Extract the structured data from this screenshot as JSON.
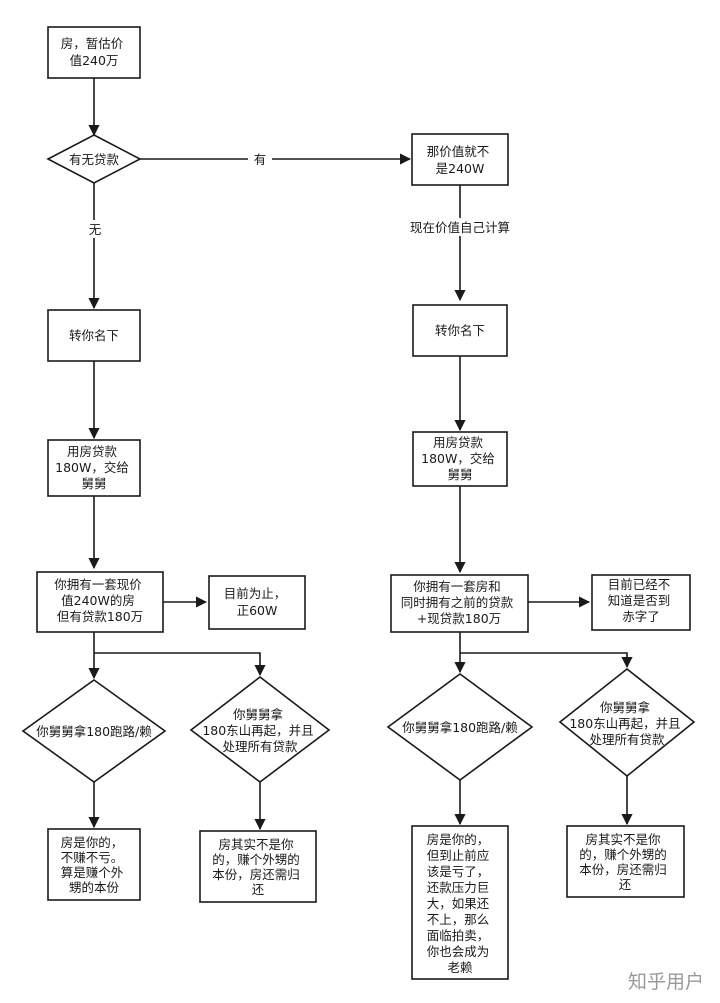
{
  "nodes": {
    "start": [
      "房，暂估价",
      "值240万"
    ],
    "decision_loan": [
      "有无贷款"
    ],
    "value_not_240": [
      "那价值就不",
      "是240W"
    ],
    "transfer_left": [
      "转你名下"
    ],
    "transfer_right": [
      "转你名下"
    ],
    "loan_left": [
      "用房贷款",
      "180W，交给",
      "舅舅"
    ],
    "loan_right": [
      "用房贷款",
      "180W，交给",
      "舅舅"
    ],
    "state_left": [
      "你拥有一套现价",
      "值240W的房",
      "但有贷款180万"
    ],
    "result_left": [
      "目前为止，",
      "正60W"
    ],
    "state_right": [
      "你拥有一套房和",
      "同时拥有之前的贷款",
      "+现贷款180万"
    ],
    "result_right": [
      "目前已经不",
      "知道是否到",
      "赤字了"
    ],
    "decision_run_left": [
      "你舅舅拿180跑路/赖"
    ],
    "decision_rise_left": [
      "你舅舅拿",
      "180东山再起，并且",
      "处理所有贷款"
    ],
    "decision_run_right": [
      "你舅舅拿180跑路/赖"
    ],
    "decision_rise_right": [
      "你舅舅拿",
      "180东山再起，并且",
      "处理所有贷款"
    ],
    "outcome_run_left": [
      "房是你的，",
      "不赚不亏。",
      "算是赚个外",
      "甥的本份"
    ],
    "outcome_rise_left": [
      "房其实不是你",
      "的，赚个外甥的",
      "本份，房还需归",
      "还"
    ],
    "outcome_run_right": [
      "房是你的，",
      "但到止前应",
      "该是亏了，",
      "还款压力巨",
      "大，如果还",
      "不上，那么",
      "面临拍卖，",
      "你也会成为",
      "老赖"
    ],
    "outcome_rise_right": [
      "房其实不是你",
      "的，赚个外甥的",
      "本份，房还需归",
      "还"
    ]
  },
  "edge_labels": {
    "yes": "有",
    "no": "无",
    "self_calc": "现在价值自己计算"
  },
  "watermark": "知乎用户"
}
